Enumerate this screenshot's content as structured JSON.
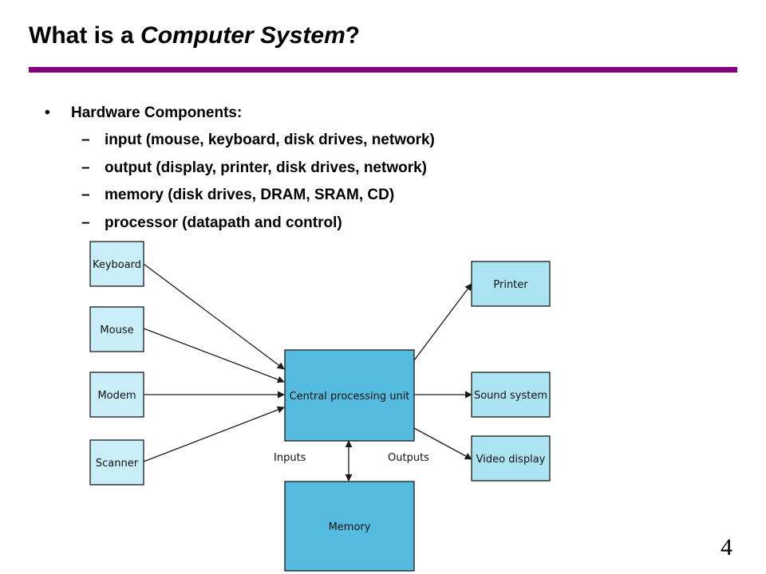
{
  "slide": {
    "title_pre": "What is a ",
    "title_em": "Computer System",
    "title_post": "?",
    "page_number": "4",
    "accent_color": "#800080"
  },
  "bullets": {
    "marker": "•",
    "dash": "–",
    "main": "Hardware Components:",
    "items": [
      "input (mouse, keyboard, disk drives, network)",
      "output (display, printer, disk drives, network)",
      "memory (disk drives, DRAM, SRAM, CD)",
      "processor (datapath and control)"
    ]
  },
  "diagram": {
    "colors": {
      "input_fill": "#c9eef8",
      "output_fill": "#ace3f3",
      "core_fill": "#55bcdf",
      "stroke": "#1a1a1a"
    },
    "inputs": [
      "Keyboard",
      "Mouse",
      "Modem",
      "Scanner"
    ],
    "cpu": "Central processing unit",
    "memory": "Memory",
    "outputs": [
      "Printer",
      "Sound system",
      "Video display"
    ],
    "labels": {
      "inputs": "Inputs",
      "outputs": "Outputs"
    }
  }
}
